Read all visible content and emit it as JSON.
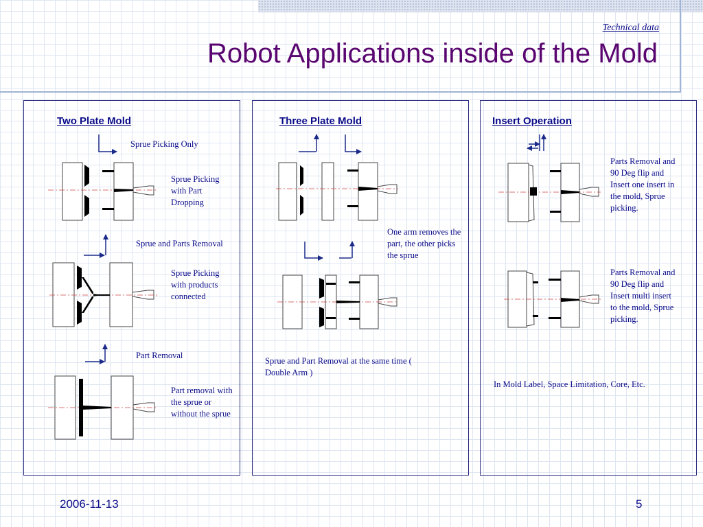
{
  "header": {
    "tag": "Technical data",
    "title": "Robot Applications inside of the Mold"
  },
  "panels": [
    {
      "heading": "Two Plate Mold",
      "captions": {
        "c1": "Sprue Picking Only",
        "c2": "Sprue Picking with Part Dropping",
        "c3": "Sprue and Parts Removal",
        "c4": "Sprue Picking with products connected",
        "c5": "Part Removal",
        "c6": "Part removal with the sprue or without the sprue"
      }
    },
    {
      "heading": "Three Plate Mold",
      "captions": {
        "c1": "One arm removes the part,  the other picks the sprue",
        "c2": "Sprue and Part Removal at the same time  ( Double Arm )"
      }
    },
    {
      "heading": "Insert Operation",
      "captions": {
        "c1": "Parts Removal and 90 Deg flip and Insert one insert in the mold, Sprue picking.",
        "c2": "Parts Removal and 90 Deg flip and Insert multi insert to the mold, Sprue picking.",
        "c3": "In Mold Label, Space Limitation, Core, Etc."
      }
    }
  ],
  "footer": {
    "date": "2006-11-13",
    "page": "5"
  },
  "colors": {
    "title": "#5a0670",
    "text": "#0b0b8a",
    "border": "#2a2a7e",
    "grid": "#dfe6f2"
  }
}
